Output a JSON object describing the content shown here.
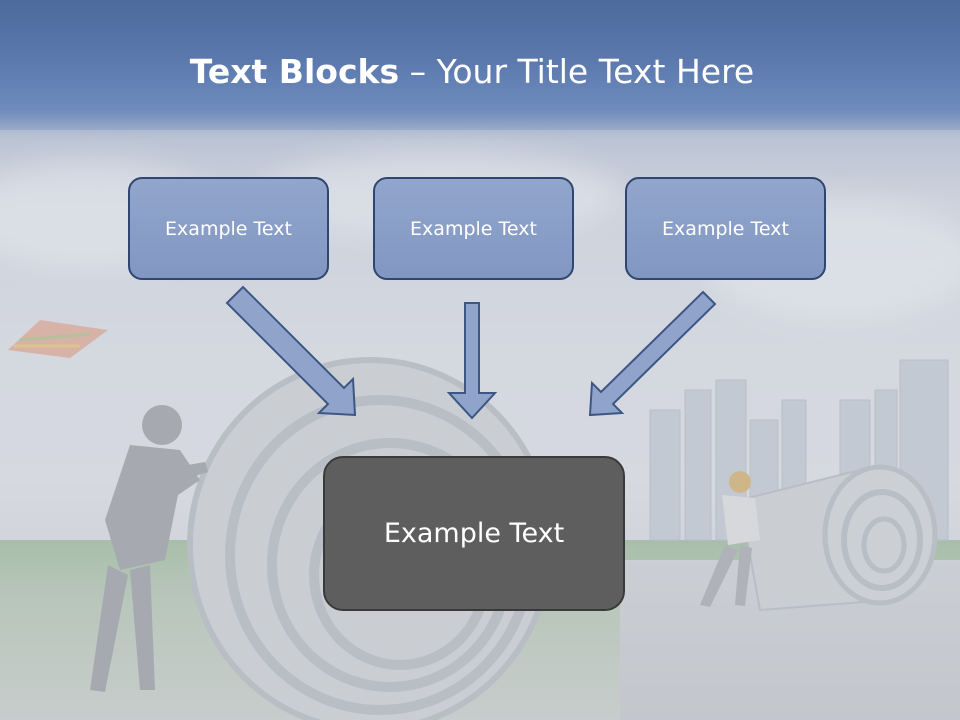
{
  "slide": {
    "title_bold": "Text Blocks",
    "title_separator": " – ",
    "title_rest": "Your Title Text Here"
  },
  "blocks": {
    "left": "Example Text",
    "middle": "Example Text",
    "right": "Example Text",
    "center": "Example Text"
  },
  "colors": {
    "box_fill": "#8a9fc8",
    "box_border": "#2e4670",
    "center_fill": "#5e5e5e",
    "arrow_fill": "#8fa3cb",
    "arrow_border": "#3d5784"
  }
}
